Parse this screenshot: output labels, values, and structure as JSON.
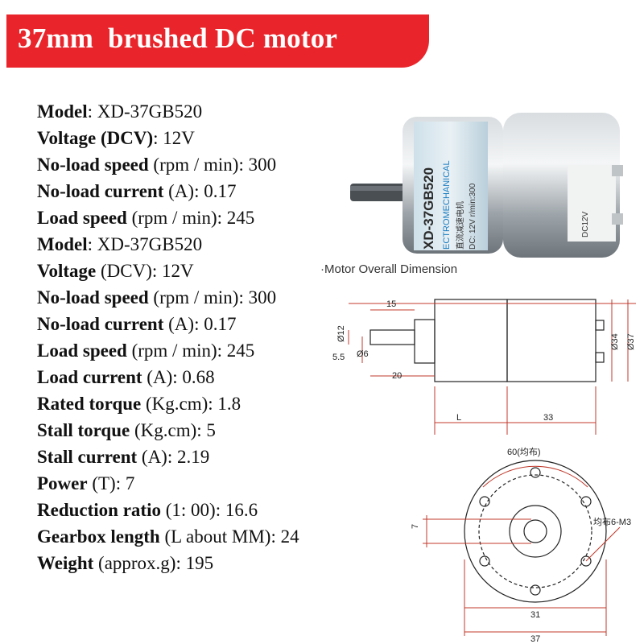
{
  "banner": {
    "title": "37mm  brushed DC motor",
    "color": "#e9242a"
  },
  "specs": [
    {
      "label": "Model",
      "unit": "",
      "value": ": XD-37GB520"
    },
    {
      "label": "Voltage (DCV)",
      "unit": "",
      "value": ": 12V"
    },
    {
      "label": "No-load speed",
      "unit": " (rpm / min)",
      "value": ": 300"
    },
    {
      "label": "No-load current",
      "unit": " (A)",
      "value": ": 0.17"
    },
    {
      "label": "Load speed",
      "unit": " (rpm / min)",
      "value": ": 245"
    },
    {
      "label": "Model",
      "unit": "",
      "value": ": XD-37GB520"
    },
    {
      "label": "Voltage",
      "unit": " (DCV)",
      "value": ": 12V"
    },
    {
      "label": "No-load speed",
      "unit": " (rpm / min)",
      "value": ": 300"
    },
    {
      "label": "No-load current",
      "unit": " (A)",
      "value": ": 0.17"
    },
    {
      "label": "Load speed",
      "unit": " (rpm / min)",
      "value": ": 245"
    },
    {
      "label": "Load current",
      "unit": " (A)",
      "value": ": 0.68"
    },
    {
      "label": "Rated torque",
      "unit": " (Kg.cm)",
      "value": ": 1.8"
    },
    {
      "label": "Stall torque",
      "unit": " (Kg.cm)",
      "value": ": 5"
    },
    {
      "label": "Stall current",
      "unit": " (A)",
      "value": ": 2.19"
    },
    {
      "label": "Power",
      "unit": " (T)",
      "value": ": 7"
    },
    {
      "label": "Reduction ratio",
      "unit": " (1: 00)",
      "value": ": 16.6"
    },
    {
      "label": "Gearbox length",
      "unit": " (L about MM)",
      "value": ": 24"
    },
    {
      "label": "Weight",
      "unit": " (approx.g)",
      "value": ": 195"
    }
  ],
  "photo": {
    "label_model": "XD-37GB520",
    "label_brand": "ECTROMECHANICAL",
    "label_cn": "直流减速电机",
    "label_spec": "DC: 12V  r/min:300",
    "label_side": "DC12V"
  },
  "drawing": {
    "caption": "·Motor Overall Dimension",
    "side": {
      "shaft_len": "15",
      "d12": "Ø12",
      "d6": "Ø6",
      "flat": "5.5",
      "gap": "20",
      "d34": "Ø34",
      "d37": "Ø37",
      "L": "L",
      "body": "33"
    },
    "front": {
      "angle": "60(均布)",
      "holes": "均布6-M3",
      "flat": "7",
      "pcd": "31",
      "dia": "37"
    }
  },
  "colors": {
    "dimension_line": "#c0392b",
    "outline": "#222222"
  }
}
